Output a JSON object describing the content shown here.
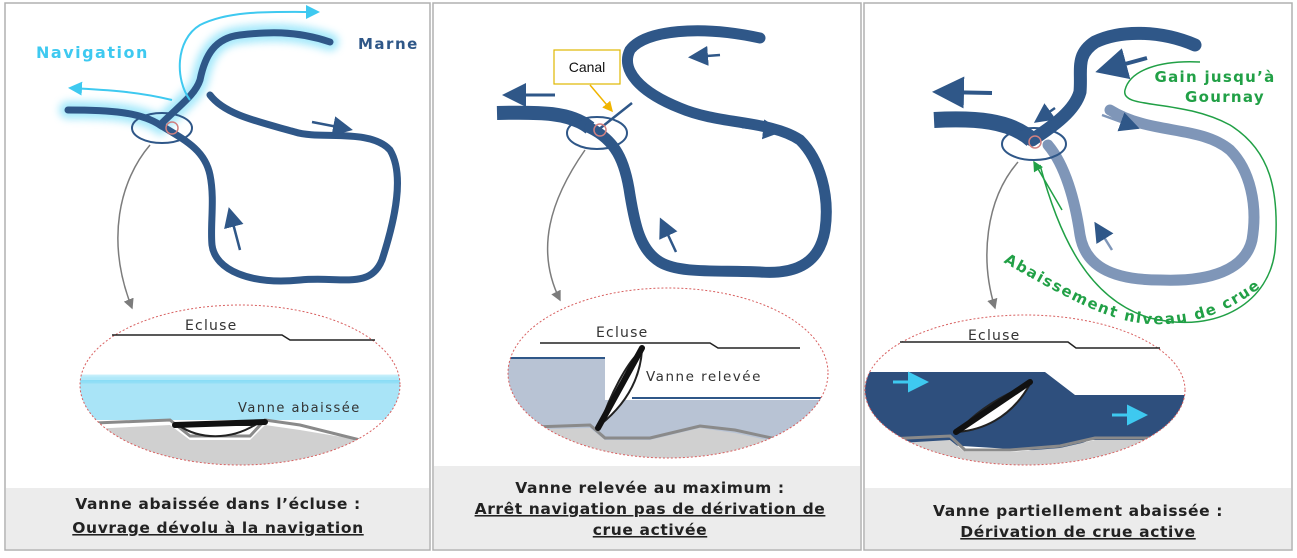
{
  "panels": [
    {
      "id": "panel-1",
      "labels": {
        "navigation": "Navigation",
        "river": "Marne",
        "lock": "Ecluse",
        "gate": "Vanne abaissée"
      },
      "caption": {
        "line1": "Vanne abaissée dans l’écluse :",
        "line2": "Ouvrage dévolu à la navigation"
      }
    },
    {
      "id": "panel-2",
      "labels": {
        "canal": "Canal",
        "lock": "Ecluse",
        "gate": "Vanne relevée"
      },
      "caption": {
        "line1": "Vanne relevée au maximum :",
        "line2": "Arrêt navigation pas de dérivation de",
        "line3": "crue activée"
      }
    },
    {
      "id": "panel-3",
      "labels": {
        "gain_line1": "Gain jusqu’à",
        "gain_line2": "Gournay",
        "lowering": "Abaissement niveau de crue",
        "lock": "Ecluse"
      },
      "caption": {
        "line1": "Vanne partiellement abaissée :",
        "line2": "Dérivation de crue active"
      }
    }
  ],
  "colors": {
    "river": "#2f5788",
    "river_light": "#7f96b8",
    "navigation": "#3ec9f0",
    "gain": "#21a046",
    "water_light": "#a9e4f7",
    "water_grey": "#b8c3d4",
    "water_dark": "#2e4f7d",
    "canal_arrow": "#f0b400"
  }
}
